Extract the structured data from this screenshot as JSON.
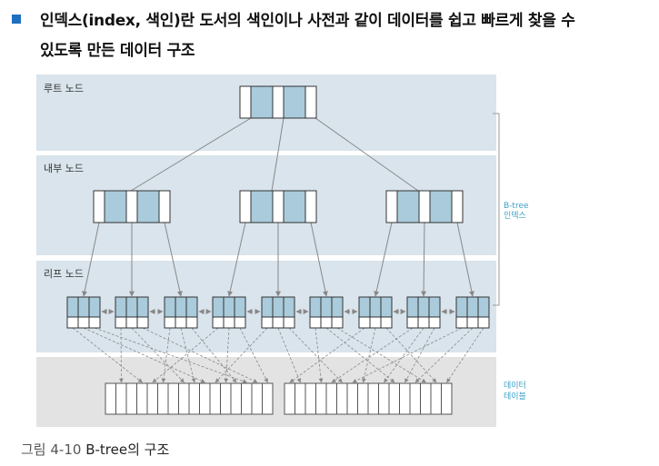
{
  "header": {
    "line1": "인덱스(index, 색인)란 도서의 색인이나 사전과 같이 데이터를 쉽고 빠르게 찾을 수",
    "line2": "있도록 만든 데이터 구조"
  },
  "diagram": {
    "levels": {
      "root": "루트 노드",
      "internal": "내부 노드",
      "leaf": "리프 노드"
    },
    "bracket_label": [
      "B-tree",
      "인덱스"
    ],
    "table_label": [
      "데이터",
      "테이블"
    ]
  },
  "caption": {
    "figure_number": "그림 4-10",
    "title": "B-tree의 구조"
  },
  "colors": {
    "band": "#d9e4ec",
    "cell_fill": "#a9cbdb",
    "line": "#888888",
    "accent_label": "#3aa0c8"
  }
}
